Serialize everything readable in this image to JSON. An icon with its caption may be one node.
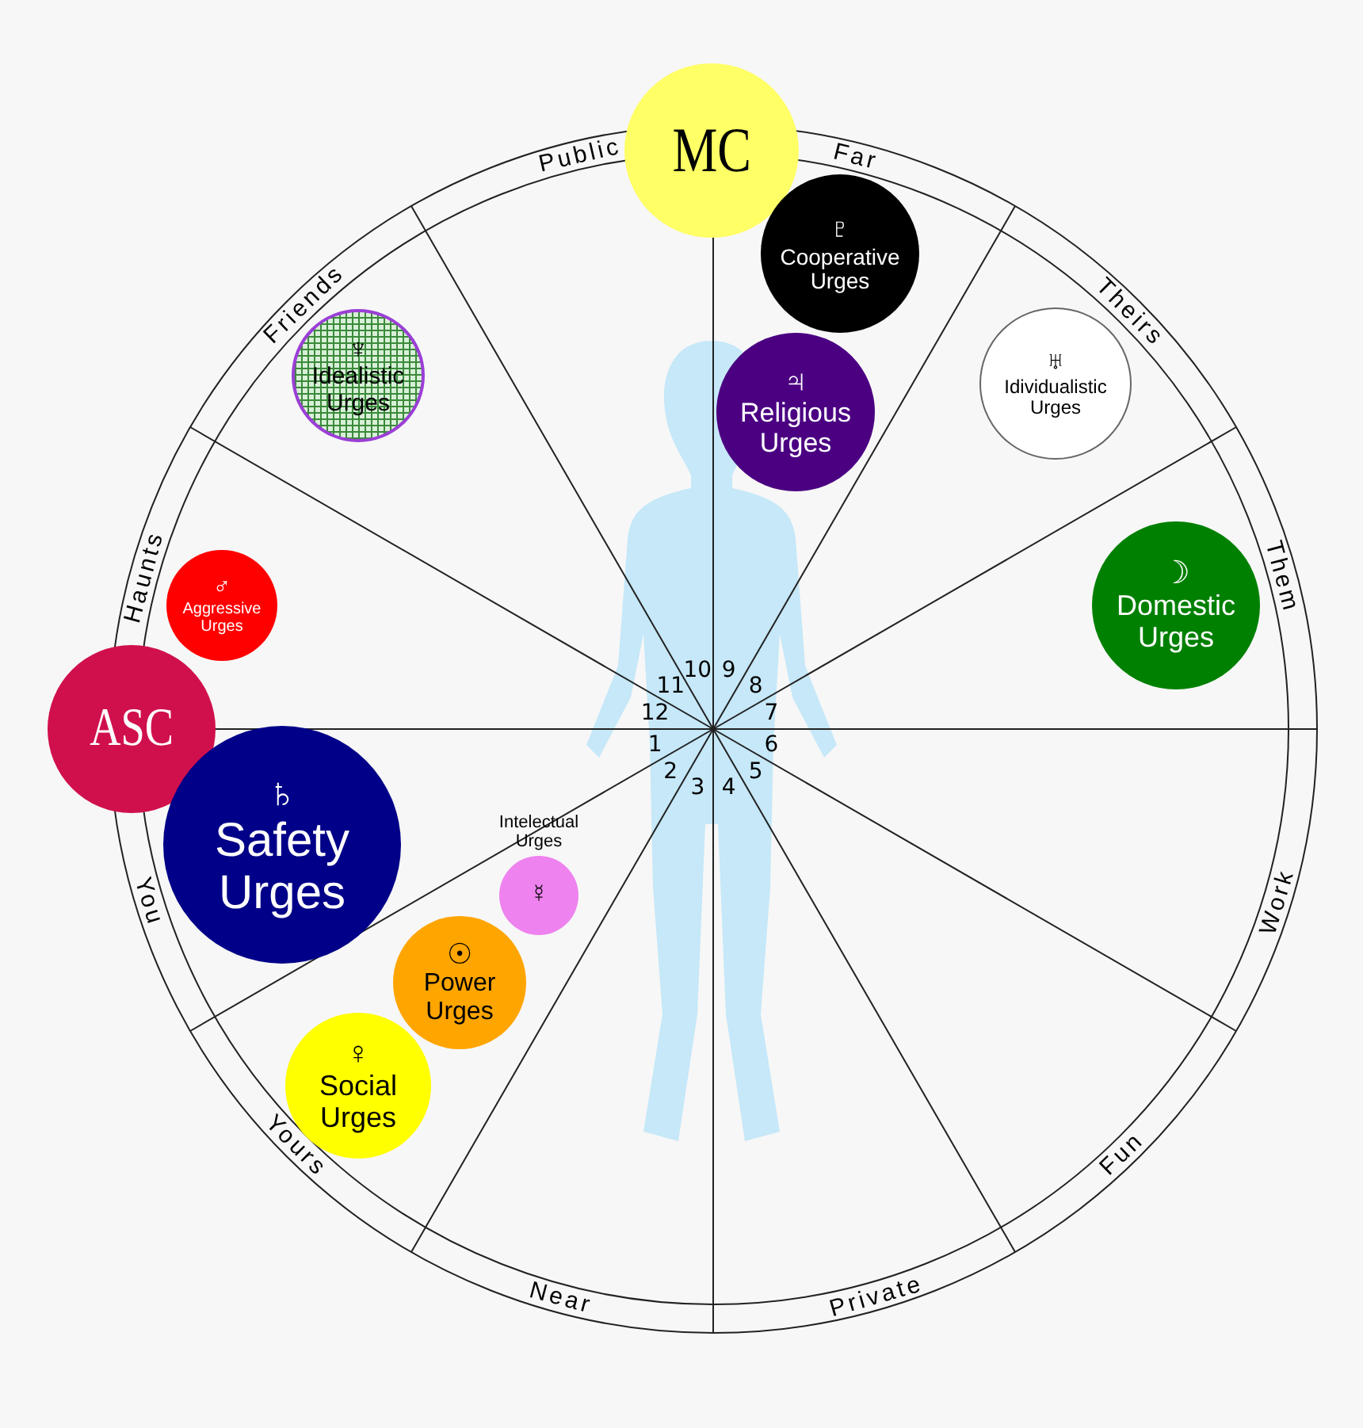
{
  "diagram": {
    "nodes": [
      {
        "text": [
          "MC"
        ]
      },
      {
        "text": [
          "♇",
          "Cooperative Urges"
        ]
      },
      {
        "text": [
          "♆",
          "Idealistic Urges"
        ]
      },
      {
        "text": [
          "♅",
          "Idividualistic Urges"
        ]
      },
      {
        "text": [
          "♃",
          "Religious Urges"
        ]
      },
      {
        "text": [
          "♂",
          "Aggressive Urges"
        ]
      },
      {
        "text": [
          "☽",
          "Domestic Urges"
        ]
      },
      {
        "text": [
          "ASC"
        ]
      },
      {
        "text": [
          "♄",
          "Safety Urges"
        ]
      },
      {
        "text": [
          "Intelectual Urges",
          "☿"
        ]
      },
      {
        "text": [
          "☉",
          "Power Urges"
        ]
      },
      {
        "text": [
          "♀",
          "Social Urges"
        ]
      }
    ],
    "labels": [
      "Public",
      "Far",
      "Friends",
      "Theirs",
      "Haunts",
      "Them",
      "10",
      "9",
      "11",
      "8",
      "12",
      "7",
      "1",
      "6",
      "2",
      "5",
      "3",
      "4",
      "You",
      "Work",
      "Yours",
      "Fun",
      "Near",
      "Private"
    ]
  }
}
